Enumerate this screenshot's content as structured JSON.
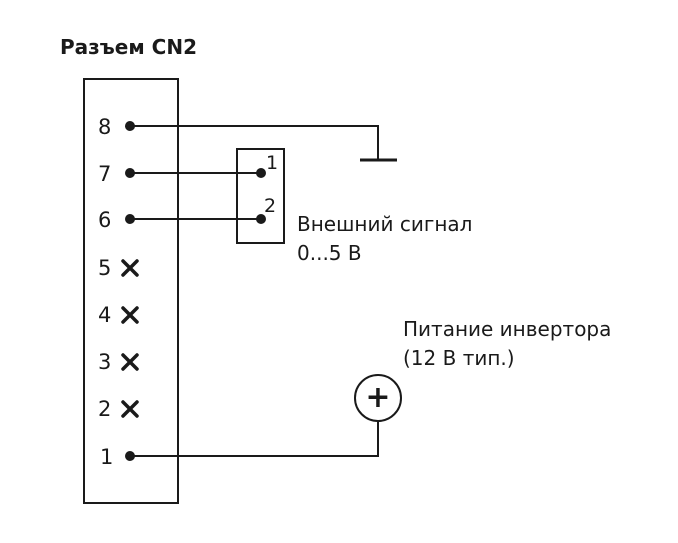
{
  "connector": {
    "title": "Разъем CN2",
    "pins": [
      {
        "number": "8",
        "connected": true
      },
      {
        "number": "7",
        "connected": true
      },
      {
        "number": "6",
        "connected": true
      },
      {
        "number": "5",
        "connected": false
      },
      {
        "number": "4",
        "connected": false
      },
      {
        "number": "3",
        "connected": false
      },
      {
        "number": "2",
        "connected": false
      },
      {
        "number": "1",
        "connected": true
      }
    ]
  },
  "external_signal": {
    "terminal_1": "1",
    "terminal_2": "2",
    "label_line1": "Внешний сигнал",
    "label_line2": "0...5 В"
  },
  "power": {
    "symbol": "+",
    "label_line1": "Питание инвертора",
    "label_line2": "(12 В тип.)"
  }
}
